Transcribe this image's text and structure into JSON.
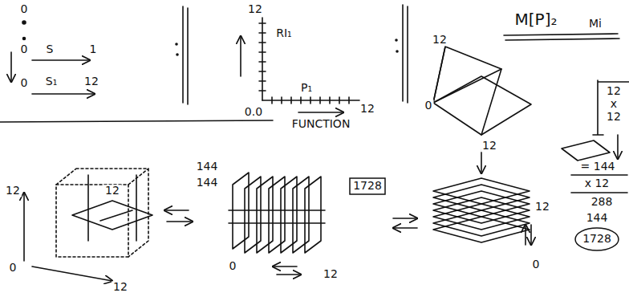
{
  "diagram": {
    "nodes": [
      {
        "text": [
          "1728"
        ]
      },
      {
        "text": [
          "1728"
        ]
      }
    ],
    "labels": [
      "0",
      "0",
      "S",
      "1",
      "0",
      "S₁",
      "12",
      "12",
      "RI₁",
      "P₁",
      "0.0",
      "12",
      "FUNCTION",
      "M[P]₂",
      "Mi",
      "12",
      "0",
      "12",
      "12",
      "x",
      "12",
      "= 144",
      "x 12",
      "288",
      "144",
      "12",
      "0",
      "12",
      "12",
      "144",
      "144",
      "0",
      "12",
      "12",
      "0"
    ]
  }
}
